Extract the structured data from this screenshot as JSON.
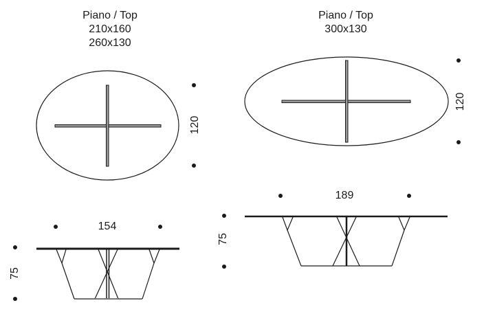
{
  "colors": {
    "line": "#1a1a1a",
    "bar_fill": "#9a9a9a",
    "background": "#ffffff"
  },
  "table_small": {
    "caption": {
      "title": "Piano / Top",
      "sizes": [
        "210x160",
        "260x130"
      ]
    },
    "plan": {
      "shape": "ellipse",
      "depth_label": "120"
    },
    "elevation": {
      "width_label": "154",
      "height_label": "75"
    }
  },
  "table_large": {
    "caption": {
      "title": "Piano / Top",
      "sizes": [
        "300x130"
      ]
    },
    "plan": {
      "shape": "ellipse",
      "depth_label": "120"
    },
    "elevation": {
      "width_label": "189",
      "height_label": "75"
    }
  }
}
